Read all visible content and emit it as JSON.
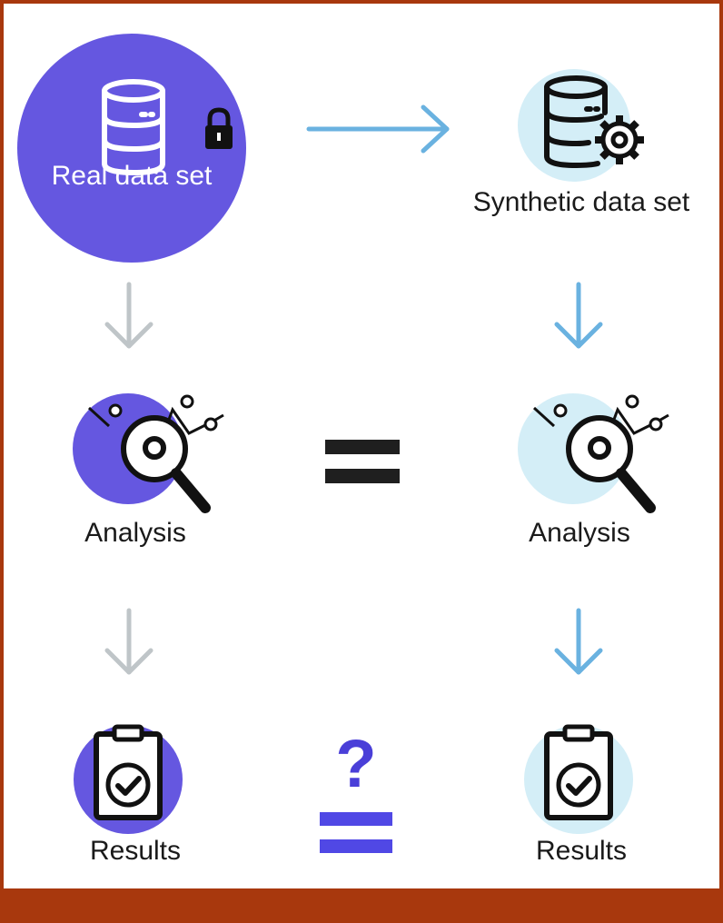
{
  "colors": {
    "frame": "#a8380d",
    "purple": "#6557e0",
    "light_blue": "#d4eef7",
    "arrow_blue": "#6ab2e0",
    "arrow_gray": "#bfc5c8",
    "equals_black": "#1f1f1f",
    "equals_purple": "#5048e5",
    "question_purple": "#4a3fd8"
  },
  "real_data_set": {
    "label": "Real data set",
    "icons": [
      "database-icon",
      "lock-icon"
    ]
  },
  "synthetic_data_set": {
    "label": "Synthetic data set",
    "icons": [
      "database-gear-icon"
    ]
  },
  "analysis_left": {
    "label": "Analysis",
    "icon": "magnifier-chart-icon"
  },
  "analysis_right": {
    "label": "Analysis",
    "icon": "magnifier-chart-icon"
  },
  "results_left": {
    "label": "Results",
    "icon": "clipboard-check-icon"
  },
  "results_right": {
    "label": "Results",
    "icon": "clipboard-check-icon"
  },
  "comparison_analysis": {
    "symbol": "equals-icon"
  },
  "comparison_results": {
    "question": "?",
    "symbol": "equals-icon"
  }
}
